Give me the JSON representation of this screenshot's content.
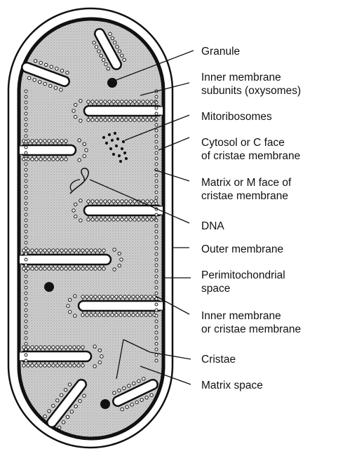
{
  "labels": {
    "granule": "Granule",
    "inner_subunits_1": "Inner membrane",
    "inner_subunits_2": "subunits (oxysomes)",
    "mitoribosomes": "Mitoribosomes",
    "cytosol_1": "Cytosol or C face",
    "cytosol_2": "of cristae membrane",
    "matrix_face_1": "Matrix or M face of",
    "matrix_face_2": "cristae membrane",
    "dna": "DNA",
    "outer_membrane": "Outer membrane",
    "perimito_1": "Perimitochondrial",
    "perimito_2": "space",
    "inner_cristae_1": "Inner membrane",
    "inner_cristae_2": "or cristae membrane",
    "cristae": "Cristae",
    "matrix_space": "Matrix space"
  },
  "colors": {
    "outline": "#111111",
    "matrix_fill": "#c9c9c9",
    "background": "#ffffff"
  }
}
